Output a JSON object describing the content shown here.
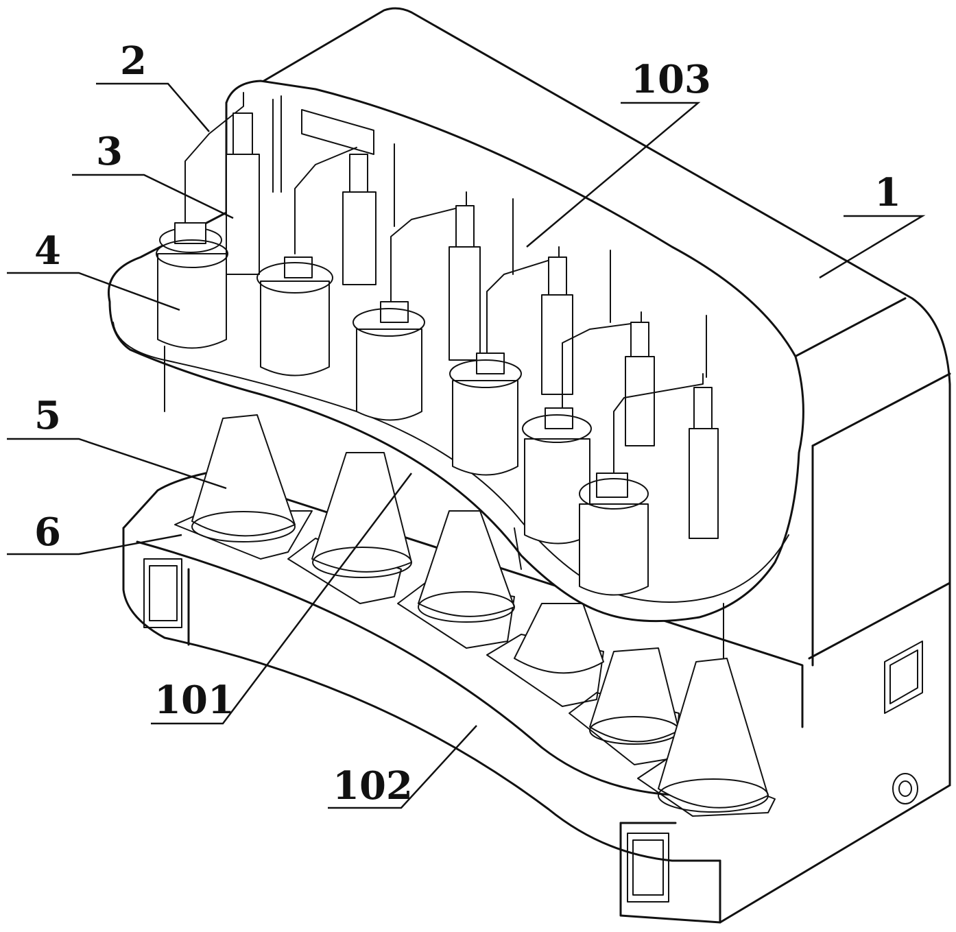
{
  "labels": {
    "l1": "1",
    "l2": "2",
    "l3": "3",
    "l4": "4",
    "l5": "5",
    "l6": "6",
    "l101": "101",
    "l102": "102",
    "l103": "103"
  }
}
